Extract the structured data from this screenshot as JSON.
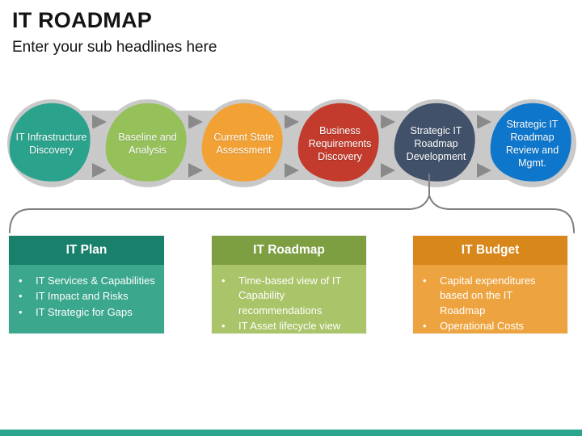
{
  "slide": {
    "title": "IT ROADMAP",
    "subtitle": "Enter your sub headlines here"
  },
  "colors": {
    "gray_circle": "#c9c9c9",
    "band": "#c9c9c9",
    "arrow": "#8a8a8a",
    "connector": "#7f7f7f",
    "footer_bar": "#2aa48c"
  },
  "flow": {
    "steps": [
      {
        "label": "IT Infrastructure Discovery",
        "color": "#2ba38c"
      },
      {
        "label": "Baseline and Analysis",
        "color": "#95c05a"
      },
      {
        "label": "Current State Assessment",
        "color": "#f2a235"
      },
      {
        "label": "Business Requirements Discovery",
        "color": "#c23b2c"
      },
      {
        "label": "Strategic IT Roadmap Development",
        "color": "#41516a"
      },
      {
        "label": "Strategic IT Roadmap Review and Mgmt.",
        "color": "#0e77cc"
      }
    ]
  },
  "boxes": [
    {
      "title": "IT Plan",
      "header_color": "#19806b",
      "body_color": "#3ba78d",
      "items": [
        "IT Services & Capabilities",
        "IT Impact and Risks",
        "IT Strategic for Gaps"
      ]
    },
    {
      "title": "IT Roadmap",
      "header_color": "#7d9e41",
      "body_color": "#a9c469",
      "items": [
        "Time-based view of IT Capability recommendations",
        "IT Asset lifecycle view"
      ]
    },
    {
      "title": "IT Budget",
      "header_color": "#d8871b",
      "body_color": "#eda440",
      "items": [
        "Capital expenditures based on the IT Roadmap",
        "Operational Costs"
      ]
    }
  ]
}
